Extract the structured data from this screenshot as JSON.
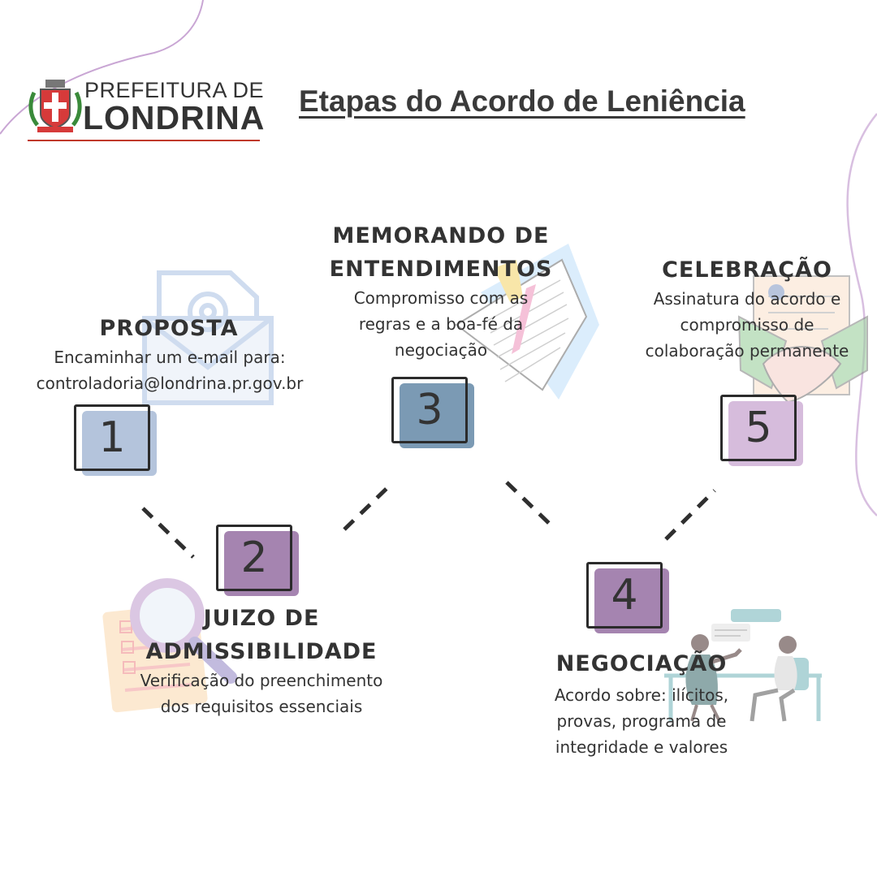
{
  "logo": {
    "line1": "PREFEITURA DE",
    "line2": "LONDRINA"
  },
  "title": "Etapas do Acordo de Leniência",
  "colors": {
    "step1": "#b4c4dc",
    "step2": "#a584b0",
    "step3": "#7b9ab4",
    "step4": "#a584b0",
    "step5": "#d6bcdc",
    "decor_line": "#c9a6d4",
    "dash": "#2f2f2f"
  },
  "steps": [
    {
      "number": "1",
      "title": "PROPOSTA",
      "desc": [
        "Encaminhar um e-mail para:",
        "controladoria@londrina.pr.gov.br"
      ],
      "icon": "envelope-at-icon"
    },
    {
      "number": "2",
      "title": [
        "JUIZO DE",
        "ADMISSIBILIDADE"
      ],
      "desc": [
        "Verificação do preenchimento",
        "dos requisitos essenciais"
      ],
      "icon": "magnifier-document-icon"
    },
    {
      "number": "3",
      "title": [
        "MEMORANDO DE",
        "ENTENDIMENTOS"
      ],
      "desc": [
        "Compromisso com as",
        "regras e a boa-fé da",
        "negociação"
      ],
      "icon": "open-book-icon"
    },
    {
      "number": "4",
      "title": "NEGOCIAÇÃO",
      "desc": [
        "Acordo sobre: ilícitos,",
        "provas, programa de",
        "integridade e valores"
      ],
      "icon": "meeting-people-icon"
    },
    {
      "number": "5",
      "title": "CELEBRAÇÃO",
      "desc": [
        "Assinatura do acordo e",
        "compromisso de",
        "colaboração permanente"
      ],
      "icon": "handshake-contract-icon"
    }
  ]
}
